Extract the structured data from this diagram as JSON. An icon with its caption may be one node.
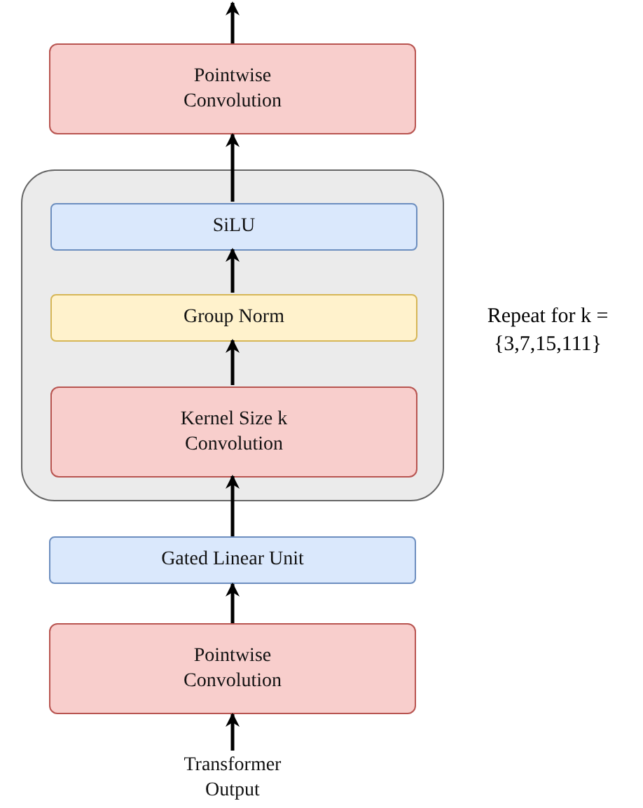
{
  "diagram": {
    "nodes": [
      {
        "text": [
          "Pointwise Convolution"
        ]
      },
      {
        "text": [],
        "shape": "box",
        "beside": [
          "Repeat for k = {3,7,15,111}"
        ]
      },
      {
        "text": [
          "SiLU"
        ],
        "in": 1
      },
      {
        "text": [
          "Group Norm"
        ],
        "in": 1
      },
      {
        "text": [
          "Kernel Size k Convolution"
        ],
        "in": 1
      },
      {
        "text": [
          "Gated Linear Unit"
        ]
      },
      {
        "text": [
          "Pointwise Convolution"
        ]
      },
      {
        "text": [
          "Transformer Output"
        ]
      }
    ],
    "edges": [
      {
        "from": 0,
        "to": null,
        "arrow": "to"
      },
      {
        "from": 2,
        "to": 0,
        "arrow": "to"
      },
      {
        "from": 3,
        "to": 2,
        "arrow": "to"
      },
      {
        "from": 4,
        "to": 3,
        "arrow": "to"
      },
      {
        "from": 5,
        "to": 4,
        "arrow": "to"
      },
      {
        "from": 6,
        "to": 5,
        "arrow": "to"
      },
      {
        "from": 7,
        "to": 6,
        "arrow": "to"
      }
    ]
  }
}
